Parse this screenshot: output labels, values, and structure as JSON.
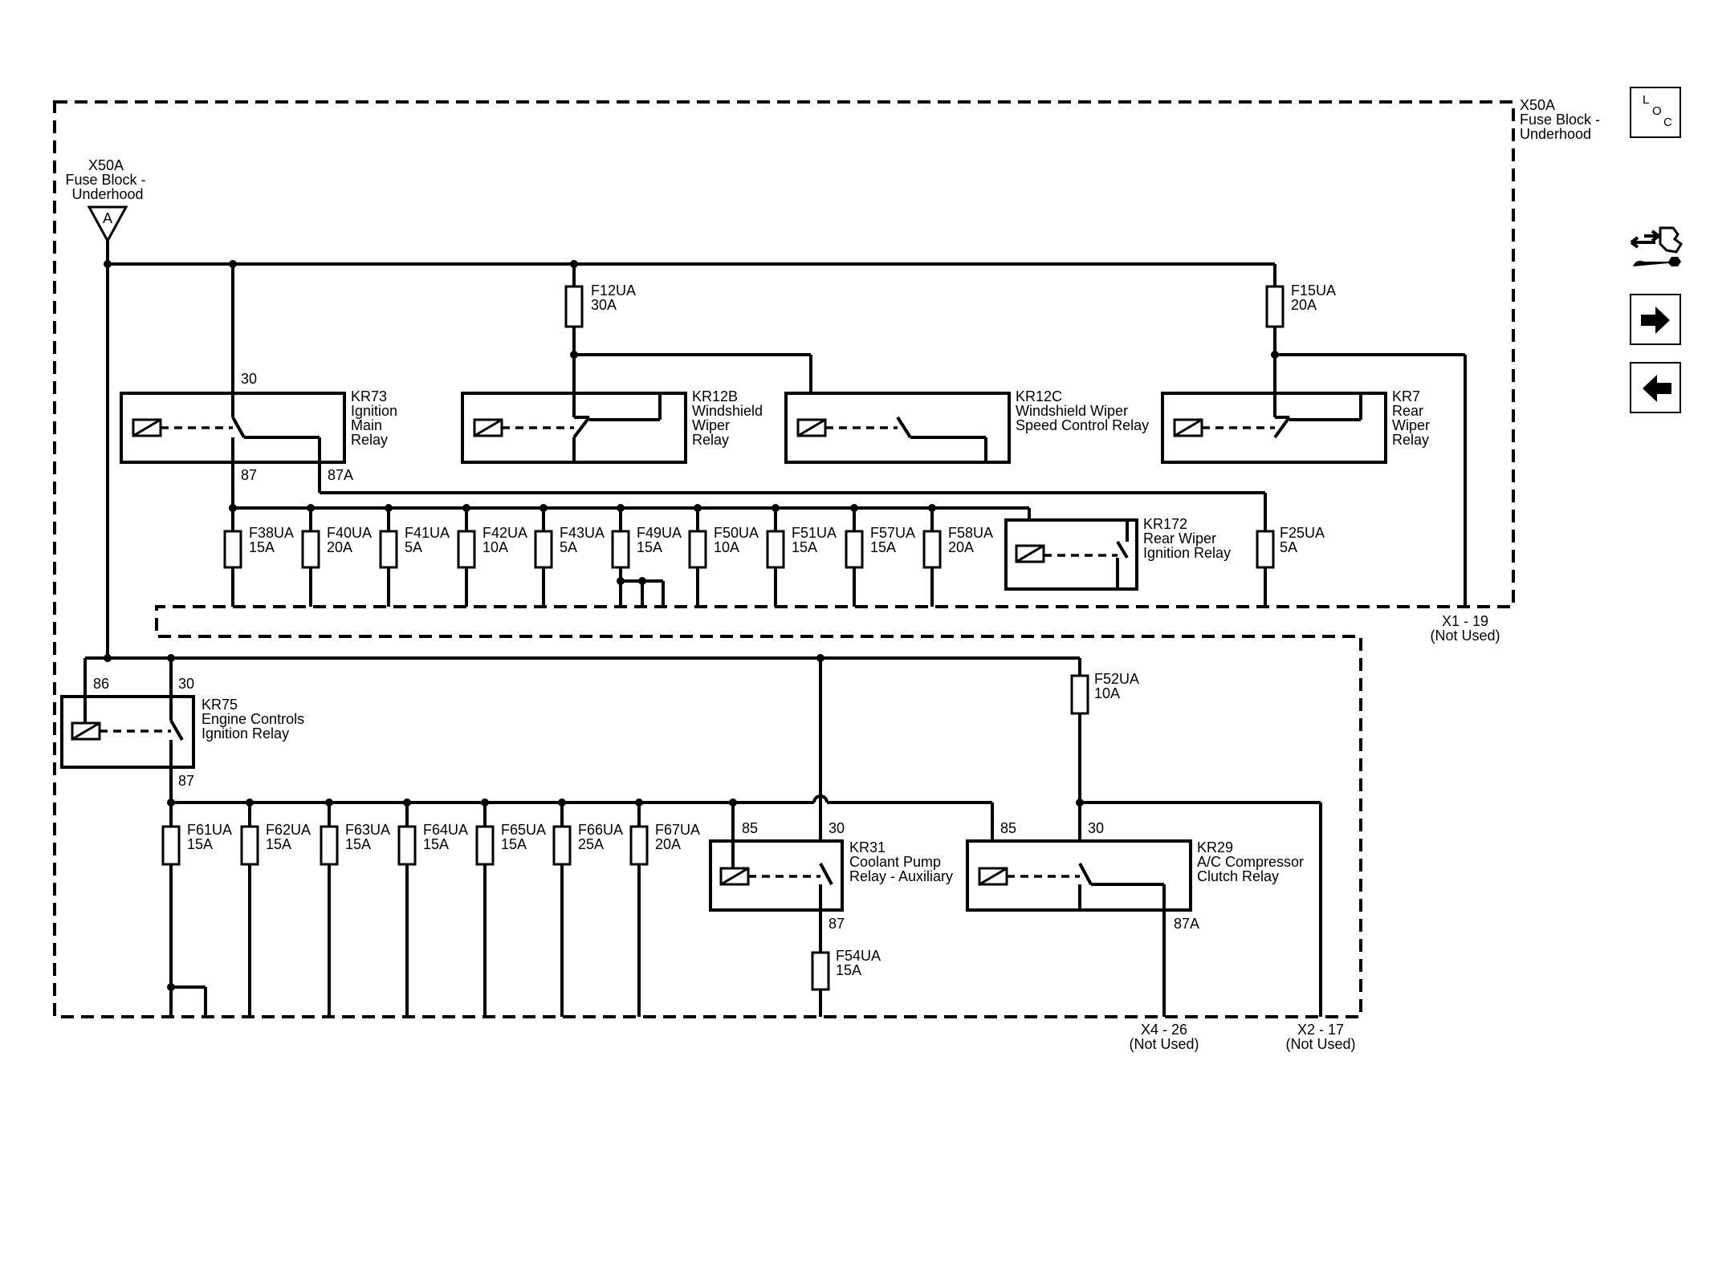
{
  "fuse_block": {
    "label": [
      "X50A",
      "Fuse Block -",
      "Underhood"
    ],
    "connector_letter": "A"
  },
  "upper_relays": {
    "kr73": {
      "lines": [
        "KR73",
        "Ignition",
        "Main",
        "Relay"
      ],
      "pin_30": "30",
      "pin_87": "87",
      "pin_87a": "87A"
    },
    "kr12b": {
      "lines": [
        "KR12B",
        "Windshield",
        "Wiper",
        "Relay"
      ]
    },
    "kr12c": {
      "lines": [
        "KR12C",
        "Windshield Wiper",
        "Speed Control Relay"
      ]
    },
    "kr7": {
      "lines": [
        "KR7",
        "Rear",
        "Wiper",
        "Relay"
      ]
    },
    "kr172": {
      "lines": [
        "KR172",
        "Rear Wiper",
        "Ignition Relay"
      ]
    }
  },
  "upper_fuses": {
    "f12": {
      "name": "F12UA",
      "rating": "30A"
    },
    "f15": {
      "name": "F15UA",
      "rating": "20A"
    },
    "row": [
      {
        "name": "F38UA",
        "rating": "15A"
      },
      {
        "name": "F40UA",
        "rating": "20A"
      },
      {
        "name": "F41UA",
        "rating": "5A"
      },
      {
        "name": "F42UA",
        "rating": "10A"
      },
      {
        "name": "F43UA",
        "rating": "5A"
      },
      {
        "name": "F49UA",
        "rating": "15A"
      },
      {
        "name": "F50UA",
        "rating": "10A"
      },
      {
        "name": "F51UA",
        "rating": "15A"
      },
      {
        "name": "F57UA",
        "rating": "15A"
      },
      {
        "name": "F58UA",
        "rating": "20A"
      }
    ],
    "f25": {
      "name": "F25UA",
      "rating": "5A"
    }
  },
  "lower_relays": {
    "kr75": {
      "lines": [
        "KR75",
        "Engine Controls",
        "Ignition Relay"
      ],
      "pin_86": "86",
      "pin_30": "30",
      "pin_87": "87"
    },
    "kr31": {
      "lines": [
        "KR31",
        "Coolant Pump",
        "Relay - Auxiliary"
      ],
      "pin_85": "85",
      "pin_30": "30",
      "pin_87": "87"
    },
    "kr29": {
      "lines": [
        "KR29",
        "A/C Compressor",
        "Clutch Relay"
      ],
      "pin_85": "85",
      "pin_30": "30",
      "pin_87a": "87A"
    }
  },
  "lower_fuses": {
    "f52": {
      "name": "F52UA",
      "rating": "10A"
    },
    "f54": {
      "name": "F54UA",
      "rating": "15A"
    },
    "row": [
      {
        "name": "F61UA",
        "rating": "15A"
      },
      {
        "name": "F62UA",
        "rating": "15A"
      },
      {
        "name": "F63UA",
        "rating": "15A"
      },
      {
        "name": "F64UA",
        "rating": "15A"
      },
      {
        "name": "F65UA",
        "rating": "15A"
      },
      {
        "name": "F66UA",
        "rating": "25A"
      },
      {
        "name": "F67UA",
        "rating": "20A"
      }
    ]
  },
  "connectors": {
    "x1_19": {
      "label": "X1 - 19",
      "note": "(Not Used)"
    },
    "x4_26": {
      "label": "X4 - 26",
      "note": "(Not Used)"
    },
    "x2_17": {
      "label": "X2 - 17",
      "note": "(Not Used)"
    }
  },
  "nav": {
    "loc_letters": [
      "L",
      "O",
      "C"
    ],
    "icons": [
      "component-locator-icon",
      "connector-wrench-icon",
      "next-arrow-icon",
      "previous-arrow-icon"
    ]
  }
}
